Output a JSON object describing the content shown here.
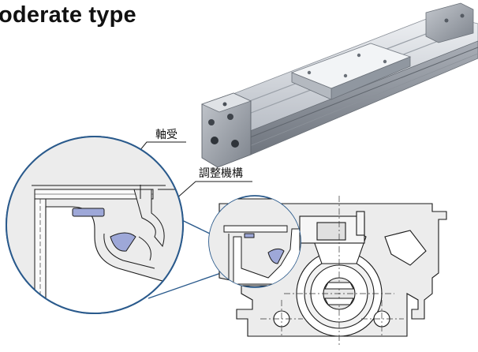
{
  "heading": "oderate type",
  "callouts": {
    "bearing": "軸受",
    "adjuster": "調整機構"
  },
  "colors": {
    "outline": "#1a1a1a",
    "zoom_ring": "#2a5a8c",
    "section_fill": "#ececec",
    "bearing_highlight": "#9ea8d8",
    "product_metal": "#c8ccd2"
  }
}
